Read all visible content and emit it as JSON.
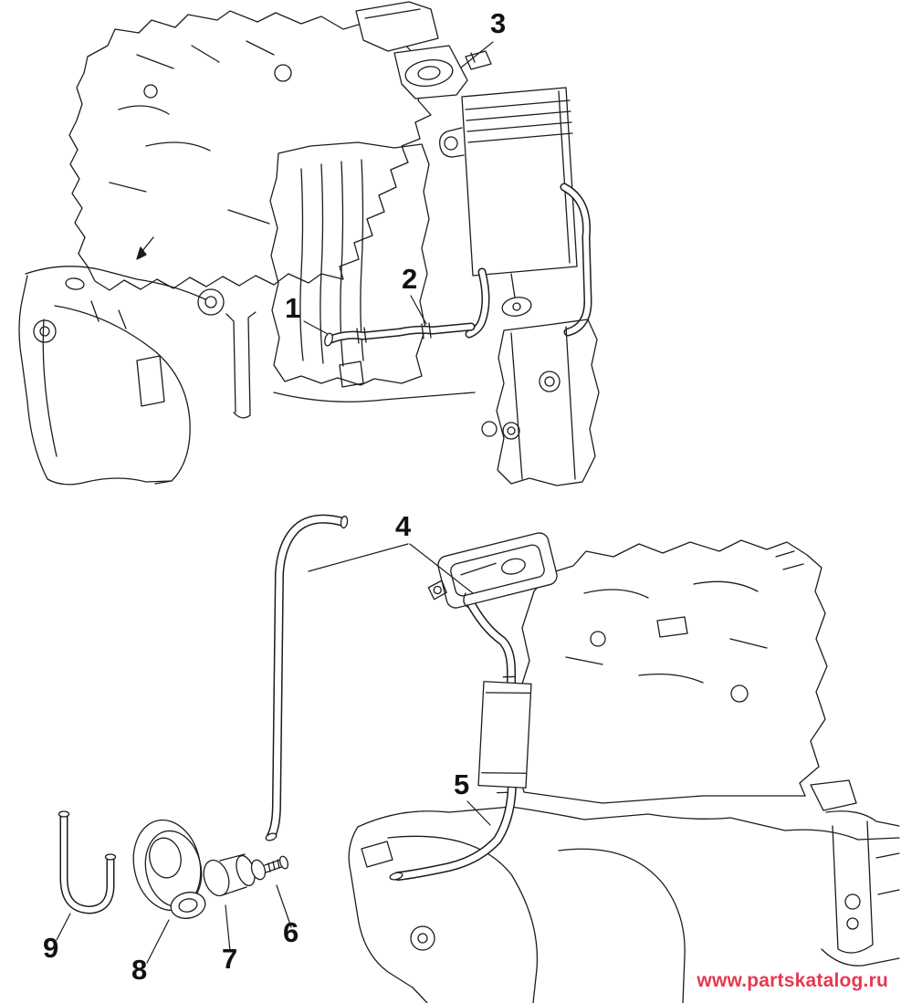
{
  "diagram": {
    "background": "#ffffff",
    "line_color": "#1c1c1c",
    "callouts": [
      {
        "label": "1"
      },
      {
        "label": "2"
      },
      {
        "label": "3"
      },
      {
        "label": "4"
      },
      {
        "label": "5"
      },
      {
        "label": "6"
      },
      {
        "label": "7"
      },
      {
        "label": "8"
      },
      {
        "label": "9"
      }
    ],
    "watermark": {
      "text": "www.partskatalog.ru",
      "color": "#e53950"
    }
  }
}
